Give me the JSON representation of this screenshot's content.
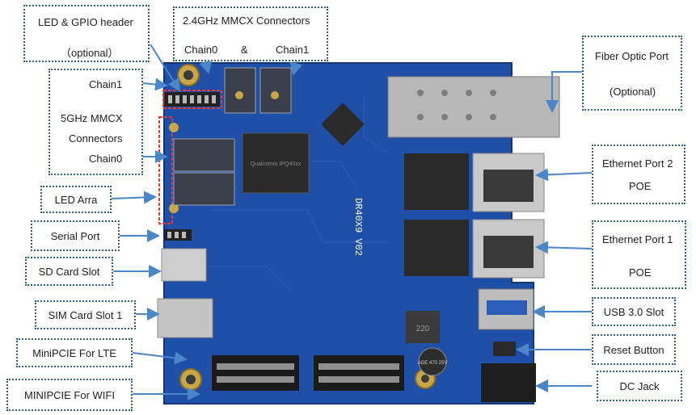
{
  "colors": {
    "pcb": "#1f4fa6",
    "pcb_dark": "#163c84",
    "callout_border": "#2f5f8f",
    "arrow": "#4a86c8",
    "highlight": "#e23a3a"
  },
  "board": {
    "silkscreen": "DR40X9  V02",
    "chip_label": "Qualcomm IPQ40xx",
    "inductor_label": "220",
    "capacitor_label": "AGE 470 25V"
  },
  "callouts": {
    "led_gpio": {
      "line1": "LED & GPIO header",
      "line2": "（optional）"
    },
    "mmcx24": {
      "title": "2.4GHz MMCX Connectors",
      "chain0": "Chain0",
      "amp": "&",
      "chain1": "Chain1"
    },
    "mmcx5": {
      "chain1": "Chain1",
      "title1": "5GHz MMCX",
      "title2": "Connectors",
      "chain0": "Chain0"
    },
    "led_array": "LED  Arra",
    "serial": "Serial  Port",
    "sd": "SD Card Slot",
    "sim": "SIM Card Slot 1",
    "minipcie_lte": "MiniPCIE  For  LTE",
    "minipcie_wifi": "MINIPCIE  For  WIFI",
    "fiber": {
      "line1": "Fiber Optic Port",
      "line2": "(Optional)"
    },
    "eth2": {
      "line1": "Ethernet Port 2",
      "line2": "POE"
    },
    "eth1": {
      "line1": "Ethernet Port 1",
      "line2": "POE"
    },
    "usb": "USB 3.0 Slot",
    "reset": "Reset Button",
    "dc": "DC Jack"
  }
}
